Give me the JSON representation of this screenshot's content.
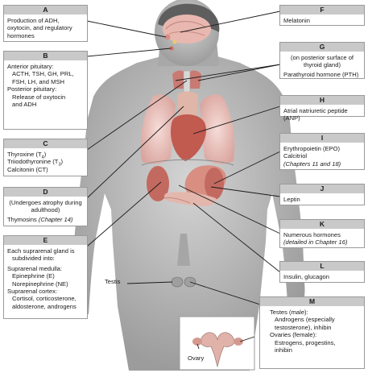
{
  "left_boxes": {
    "A": {
      "letter": "A",
      "lines": [
        "Production of ADH,",
        "oxytocin, and regulatory",
        "hormones"
      ]
    },
    "B": {
      "letter": "B",
      "lines": [
        "Anterior pituitary:",
        "ACTH, TSH, GH, PRL,",
        "FSH, LH, and MSH",
        "Posterior pituitary:",
        "Release of oxytocin",
        "and ADH"
      ]
    },
    "C": {
      "letter": "C",
      "thyroxine": "Thyroxine (T",
      "thyroxine_sub": "4",
      "thyroxine_end": ")",
      "triiodo": "Triiodothyronine (T",
      "triiodo_sub": "3",
      "triiodo_end": ")",
      "calcitonin": "Calcitonin (CT)"
    },
    "D": {
      "letter": "D",
      "note": "(Undergoes atrophy during adulthood)",
      "hormone": "Thymosins ",
      "ref": "(Chapter 14)"
    },
    "E": {
      "letter": "E",
      "lines": [
        "Each suprarenal gland is",
        "subdivided into:",
        "Suprarenal medulla:",
        "Epinephrine (E)",
        "Norepinephrine (NE)",
        "Suprarenal cortex:",
        "Cortisol, corticosterone,",
        "aldosterone, androgens"
      ]
    }
  },
  "right_boxes": {
    "F": {
      "letter": "F",
      "text": "Melatonin"
    },
    "G": {
      "letter": "G",
      "note": "(on posterior surface of thyroid gland)",
      "text": "Parathyroid hormone (PTH)"
    },
    "H": {
      "letter": "H",
      "text": "Atrial natriuretic peptide (ANP)"
    },
    "I": {
      "letter": "I",
      "line1": "Erythropoietin (EPO)",
      "line2": "Calcitriol",
      "ref": "(Chapters 11 and 18)"
    },
    "J": {
      "letter": "J",
      "text": "Leptin"
    },
    "K": {
      "letter": "K",
      "text": "Numerous hormones",
      "ref": "(detailed in Chapter 16)"
    },
    "L": {
      "letter": "L",
      "text": "Insulin, glucagon"
    },
    "M": {
      "letter": "M",
      "lines": [
        "Testes (male):",
        "Androgens (especially",
        "testosterone), inhibin",
        "Ovaries (female):",
        "Estrogens, progestins,",
        "inhibin"
      ]
    }
  },
  "labels": {
    "testis": "Testis",
    "ovary": "Ovary"
  },
  "colors": {
    "header": "#c9c9c9",
    "skin": "#b9b9b9",
    "organ": "#e3a8a0",
    "lung": "#f0c8c3",
    "line": "#1a1a1a"
  }
}
